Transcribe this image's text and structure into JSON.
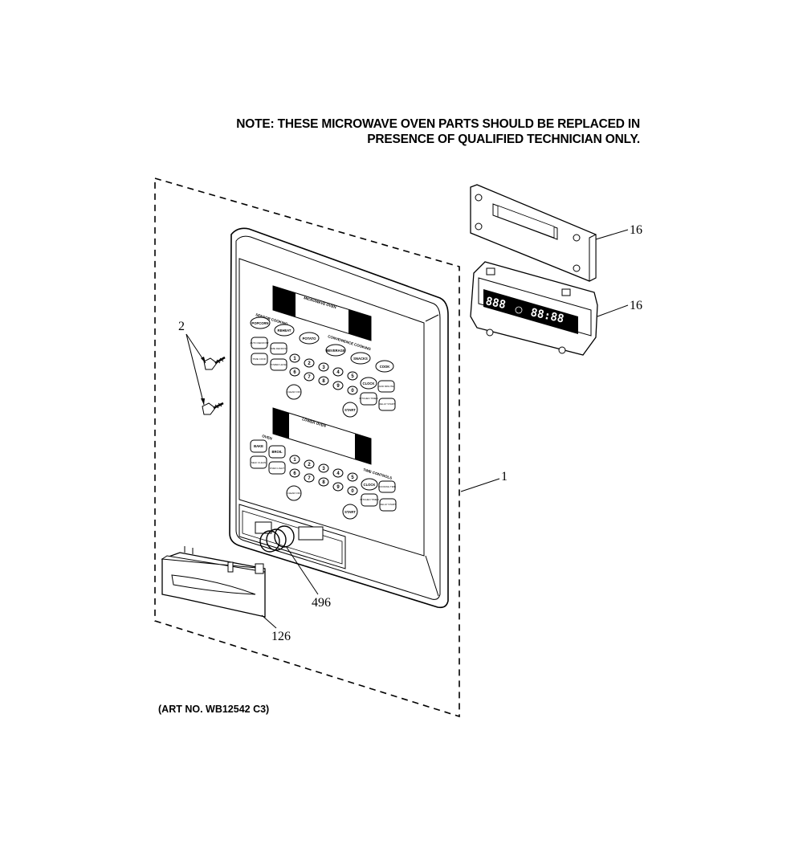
{
  "note": {
    "line1": "NOTE: THESE MICROWAVE OVEN PARTS SHOULD BE REPLACED IN",
    "line2": "PRESENCE OF QUALIFIED TECHNICIAN ONLY."
  },
  "art_number": "(ART NO. WB12542 C3)",
  "callouts": {
    "screws": "2",
    "board_top": "16",
    "board_bottom": "16",
    "panel": "1",
    "lens": "496",
    "handle": "126"
  },
  "panel_labels": {
    "microwave_header": "MICROWAVE OVEN",
    "sensor_cooking": "SENSOR COOKING",
    "convenience_cooking": "CONVENIENCE COOKING",
    "lower_oven_header": "LOWER OVEN",
    "oven_group": "OVEN",
    "timer_controls": "TIME CONTROLS",
    "popcorn": "POPCORN",
    "reheat": "REHEAT",
    "potato": "POTATO",
    "beverage": "BEVERAGE",
    "snacks": "SNACKS",
    "cook": "COOK",
    "auto_defrost": "AUTO DEFROST",
    "time_defrost": "TIME DEFROST",
    "time_cook": "TIME COOK",
    "power_level": "POWER LEVEL",
    "clock": "CLOCK",
    "add_minute": "ADD MINUTE",
    "kitchen_timer": "KITCHEN TIMER",
    "delay_start": "DELAY START",
    "clear_off": "CLEAR OFF",
    "start": "START",
    "bake": "BAKE",
    "broil": "BROIL",
    "self_clean": "SELF CLEAN",
    "oven_light": "OVEN LIGHT",
    "cooking_time": "COOKING TIME"
  },
  "keypad_digits": [
    "1",
    "2",
    "3",
    "4",
    "5",
    "6",
    "7",
    "8",
    "9",
    "0"
  ],
  "display": {
    "left_digits": "888",
    "right_digits": "88:88"
  }
}
